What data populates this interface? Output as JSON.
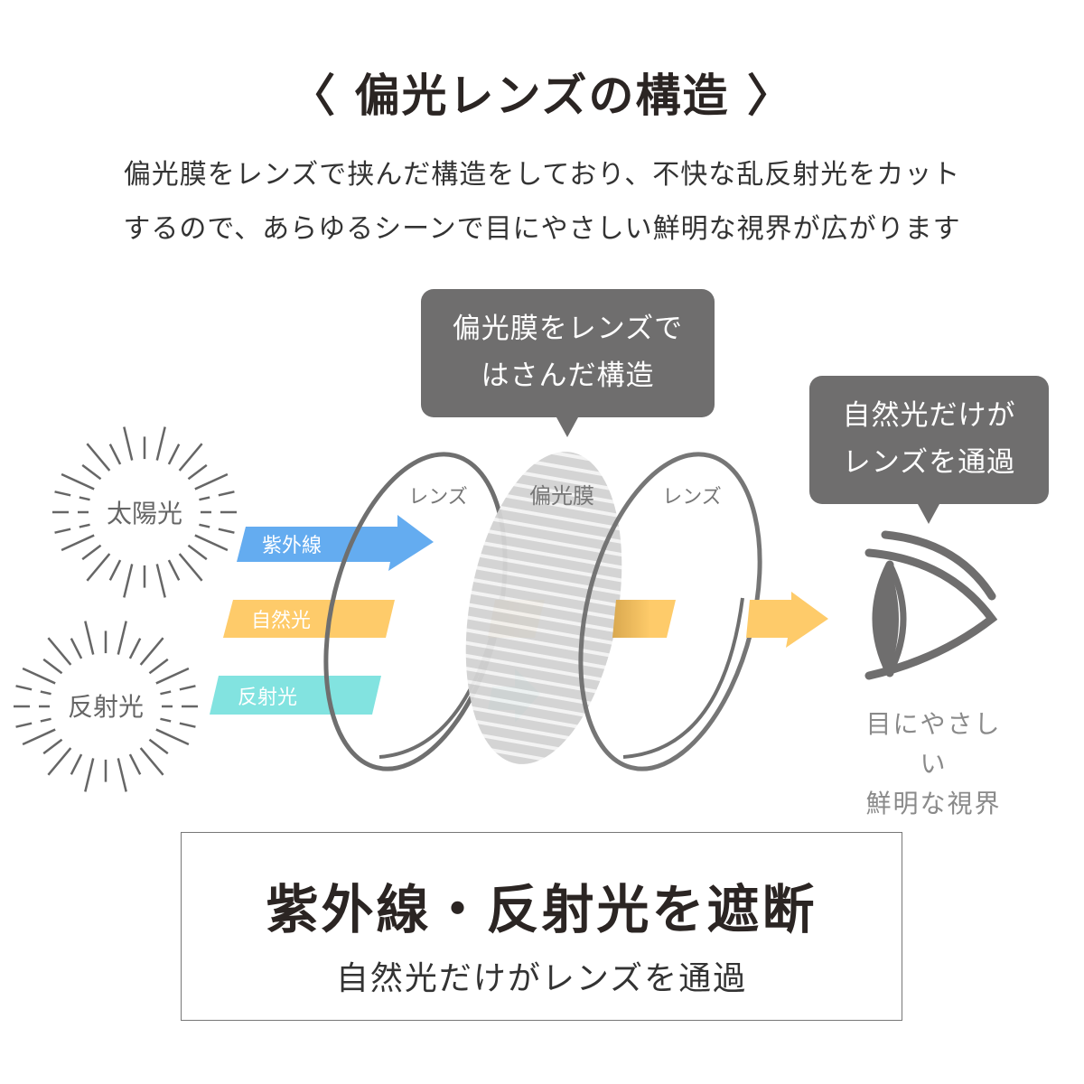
{
  "title": "〈 偏光レンズの構造 〉",
  "description": [
    "偏光膜をレンズで挟んだ構造をしており、不快な乱反射光をカット",
    "するので、あらゆるシーンで目にやさしい鮮明な視界が広がります"
  ],
  "bubble_film": [
    "偏光膜をレンズで",
    "はさんだ構造"
  ],
  "bubble_eye": [
    "自然光だけが",
    "レンズを通過"
  ],
  "sources": {
    "sun": "太陽光",
    "reflection": "反射光"
  },
  "rays": {
    "uv": "紫外線",
    "natural": "自然光",
    "reflected": "反射光"
  },
  "layers": {
    "lens_front": "レンズ",
    "film": "偏光膜",
    "lens_back": "レンズ"
  },
  "result": [
    "目にやさしい",
    "鮮明な視界"
  ],
  "summary": {
    "heading": "紫外線・反射光を遮断",
    "subheading": "自然光だけがレンズを通過"
  },
  "colors": {
    "uv": "#64acf0",
    "natural": "#fecb6a",
    "reflected": "#82e3e0",
    "dark": "#6f6e6e"
  }
}
